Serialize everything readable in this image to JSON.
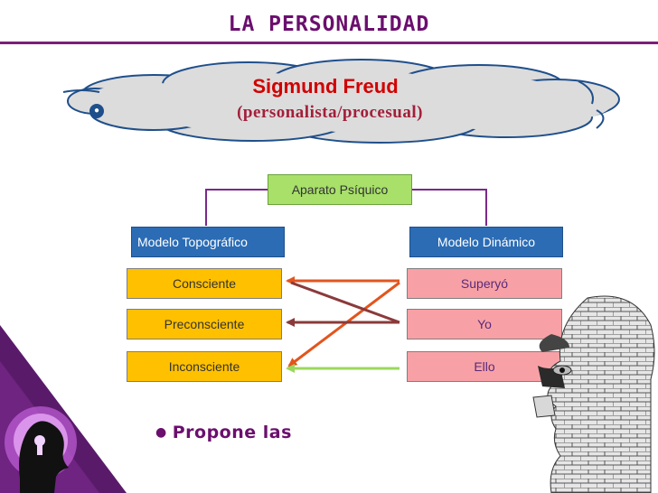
{
  "slide": {
    "title": "LA PERSONALIDAD",
    "freud_name": "Sigmund Freud",
    "freud_subtitle": "(personalista/procesual)",
    "bullet_text": "Propone las"
  },
  "diagram": {
    "root": "Aparato Psíquico",
    "left_header": "Modelo Topográfico",
    "right_header": "Modelo Dinámico",
    "left_items": [
      "Consciente",
      "Preconsciente",
      "Inconsciente"
    ],
    "right_items": [
      "Superyó",
      "Yo",
      "Ello"
    ],
    "colors": {
      "header": "#2b6cb5",
      "left_item": "#ffc000",
      "right_item": "#f7a1a6",
      "root": "#a8e06a",
      "connector": "#7a2a8a",
      "arrow_orange": "#e2551e",
      "arrow_brown": "#8b3a3a",
      "arrow_green": "#9ad85a"
    }
  }
}
